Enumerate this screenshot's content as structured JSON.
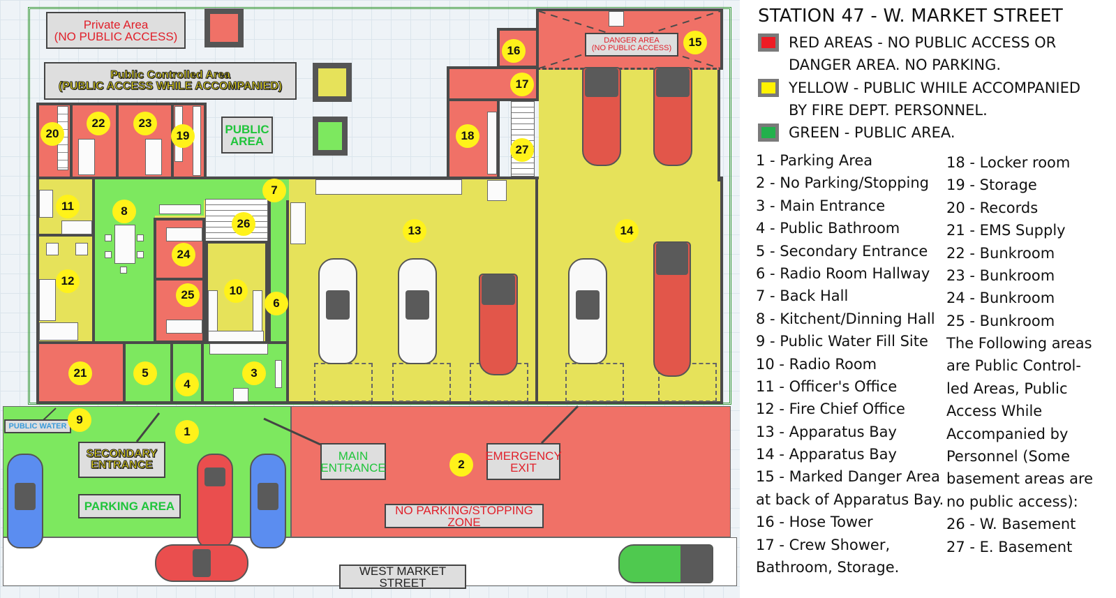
{
  "plan": {
    "signs": {
      "private_area": [
        "Private Area",
        "(NO PUBLIC ACCESS)"
      ],
      "public_controlled_area": [
        "Public Controlled Area",
        "(PUBLIC ACCESS WHILE ACCOMPANIED)"
      ],
      "public_area": [
        "PUBLIC",
        "AREA"
      ],
      "danger_area": [
        "DANGER AREA",
        "(NO PUBLIC ACCESS)"
      ],
      "public_water": "PUBLIC WATER",
      "secondary_entrance": [
        "SECONDARY",
        "ENTRANCE"
      ],
      "parking_area": "PARKING AREA",
      "main_entrance": [
        "MAIN",
        "ENTRANCE"
      ],
      "emergency_exit": [
        "EMERGENCY",
        "EXIT"
      ],
      "no_parking_zone": "NO PARKING/STOPPING ZONE",
      "street": "WEST MARKET STREET"
    },
    "swatch_colors": {
      "red": "#f07167",
      "yellow": "#e6e25a",
      "green": "#7de85f"
    },
    "markers": [
      "1",
      "2",
      "3",
      "4",
      "5",
      "6",
      "7",
      "8",
      "9",
      "10",
      "11",
      "12",
      "13",
      "14",
      "15",
      "16",
      "17",
      "18",
      "19",
      "20",
      "21",
      "22",
      "23",
      "24",
      "25",
      "26",
      "27"
    ]
  },
  "legend": {
    "title": "STATION 47 - W. MARKET STREET",
    "keys": [
      {
        "color": "#ed1c24",
        "lines": [
          "RED AREAS - NO PUBLIC ACCESS OR",
          "DANGER AREA. NO PARKING."
        ]
      },
      {
        "color": "#fff200",
        "lines": [
          "YELLOW - PUBLIC WHILE ACCOMPANIED",
          "BY FIRE DEPT. PERSONNEL."
        ]
      },
      {
        "color": "#22b14c",
        "lines": [
          "GREEN - PUBLIC AREA."
        ]
      }
    ],
    "areas_col1": [
      "1 - Parking Area",
      "2 - No Parking/Stopping",
      "3 - Main Entrance",
      "4 - Public Bathroom",
      "5 - Secondary Entrance",
      "6 - Radio Room Hallway",
      "7 - Back Hall",
      "8 - Kitchent/Dinning Hall",
      "9 - Public Water Fill Site",
      "10 - Radio Room",
      "11 - Officer's Office",
      "12 - Fire Chief Office",
      "13 - Apparatus Bay",
      "14 - Apparatus Bay",
      "15 - Marked Danger Area",
      "at back of Apparatus Bay.",
      "16 - Hose Tower",
      "17 - Crew Shower,",
      "Bathroom, Storage."
    ],
    "areas_col2": [
      "18 - Locker room",
      "19 - Storage",
      "20 - Records",
      "21 - EMS Supply",
      "22 - Bunkroom",
      "23 - Bunkroom",
      "24 - Bunkroom",
      "25 - Bunkroom"
    ],
    "note_lines": [
      "The Following areas",
      "are Public Control-",
      "led Areas, Public",
      "Access While",
      "Accompanied by",
      "Personnel (Some",
      "basement areas are",
      "no public access):",
      "26 - W. Basement",
      "27 - E. Basement"
    ]
  }
}
